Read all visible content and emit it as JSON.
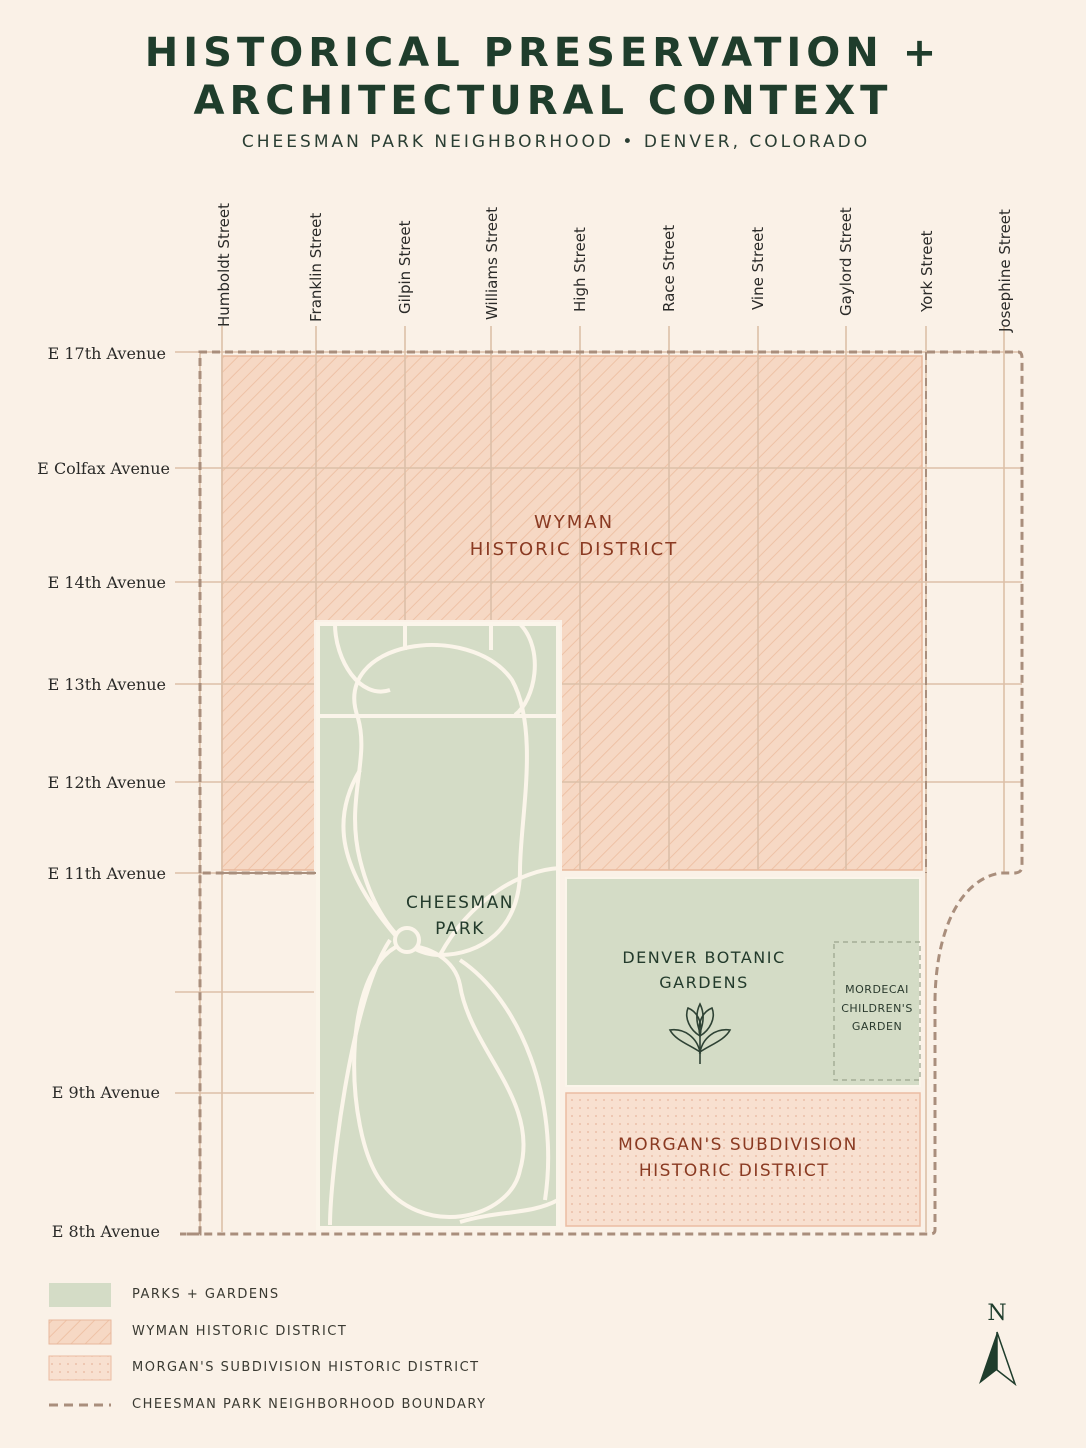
{
  "header": {
    "title_line1": "HISTORICAL PRESERVATION +",
    "title_line2": "ARCHITECTURAL CONTEXT",
    "subtitle": "CHEESMAN PARK NEIGHBORHOOD • DENVER, COLORADO"
  },
  "streets": [
    "Humboldt Street",
    "Franklin Street",
    "Gilpin Street",
    "Williams Street",
    "High Street",
    "Race Street",
    "Vine Street",
    "Gaylord Street",
    "York Street",
    "Josephine Street"
  ],
  "avenues": [
    "E 17th Avenue",
    "E Colfax Avenue",
    "E 14th Avenue",
    "E 13th Avenue",
    "E 12th Avenue",
    "E 11th Avenue",
    "E 9th Avenue",
    "E 8th Avenue"
  ],
  "areas": {
    "wyman_line1": "WYMAN",
    "wyman_line2": "HISTORIC DISTRICT",
    "park_line1": "CHEESMAN",
    "park_line2": "PARK",
    "botanic_line1": "DENVER BOTANIC",
    "botanic_line2": "GARDENS",
    "mordecai_line1": "MORDECAI",
    "mordecai_line2": "CHILDREN'S",
    "mordecai_line3": "GARDEN",
    "morgan_line1": "MORGAN'S SUBDIVISION",
    "morgan_line2": "HISTORIC DISTRICT"
  },
  "legend": {
    "parks": "PARKS + GARDENS",
    "wyman": "WYMAN HISTORIC DISTRICT",
    "morgan": "MORGAN'S SUBDIVISION HISTORIC DISTRICT",
    "boundary": "CHEESMAN PARK NEIGHBORHOOD BOUNDARY"
  },
  "north_label": "N",
  "colors": {
    "background": "#faf1e7",
    "park_green": "#d4dcc6",
    "wyman_fill": "#f6d8c4",
    "morgan_fill": "#f8e0d0",
    "boundary": "#a98e7c",
    "district_text": "#8a3a22",
    "title_green": "#1f3d2c"
  }
}
